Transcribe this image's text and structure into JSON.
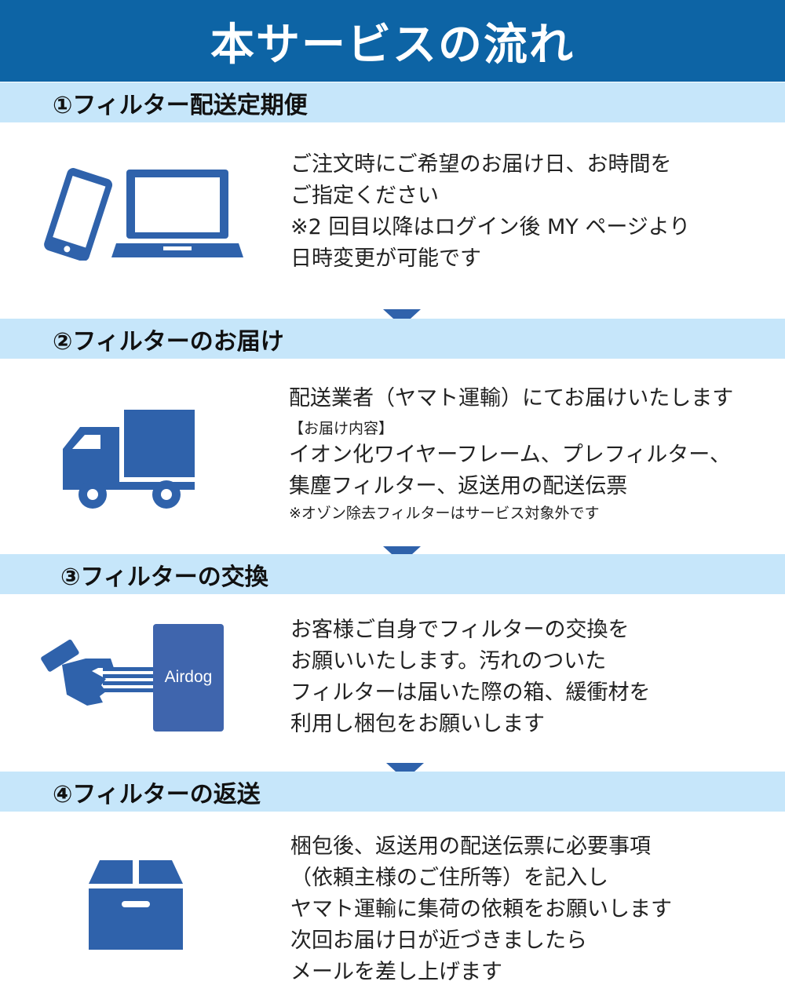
{
  "title": "本サービスの流れ",
  "colors": {
    "header_bg": "#0d64a5",
    "band_bg": "#c6e6fa",
    "icon_blue": "#2f62ab"
  },
  "steps": [
    {
      "heading": "①フィルター配送定期便",
      "icon": "devices-icon",
      "lines": [
        "ご注文時にご希望のお届け日、お時間を",
        "ご指定ください",
        "※2 回目以降はログイン後 MY ページより",
        "日時変更が可能です"
      ]
    },
    {
      "heading": "②フィルターのお届け",
      "icon": "truck-icon",
      "intro": "配送業者（ヤマト運輸）にてお届けいたします",
      "contents_label": "【お届け内容】",
      "lines": [
        "イオン化ワイヤーフレーム、プレフィルター、",
        "集塵フィルター、返送用の配送伝票"
      ],
      "note": "※オゾン除去フィルターはサービス対象外です"
    },
    {
      "heading": "③フィルターの交換",
      "icon": "filter-exchange-icon",
      "device_label": "Airdog",
      "lines": [
        "お客様ご自身でフィルターの交換を",
        "お願いいたします。汚れのついた",
        "フィルターは届いた際の箱、緩衝材を",
        "利用し梱包をお願いします"
      ]
    },
    {
      "heading": "④フィルターの返送",
      "icon": "box-icon",
      "lines": [
        "梱包後、返送用の配送伝票に必要事項",
        "（依頼主様のご住所等）を記入し",
        "ヤマト運輸に集荷の依頼をお願いします",
        "次回お届け日が近づきましたら",
        "メールを差し上げます"
      ]
    }
  ]
}
